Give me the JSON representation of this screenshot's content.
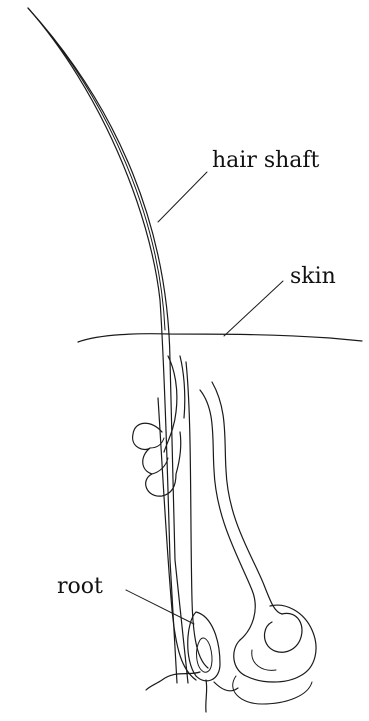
{
  "labels": {
    "hair_shaft": "hair shaft",
    "skin": "skin",
    "root": "root"
  }
}
